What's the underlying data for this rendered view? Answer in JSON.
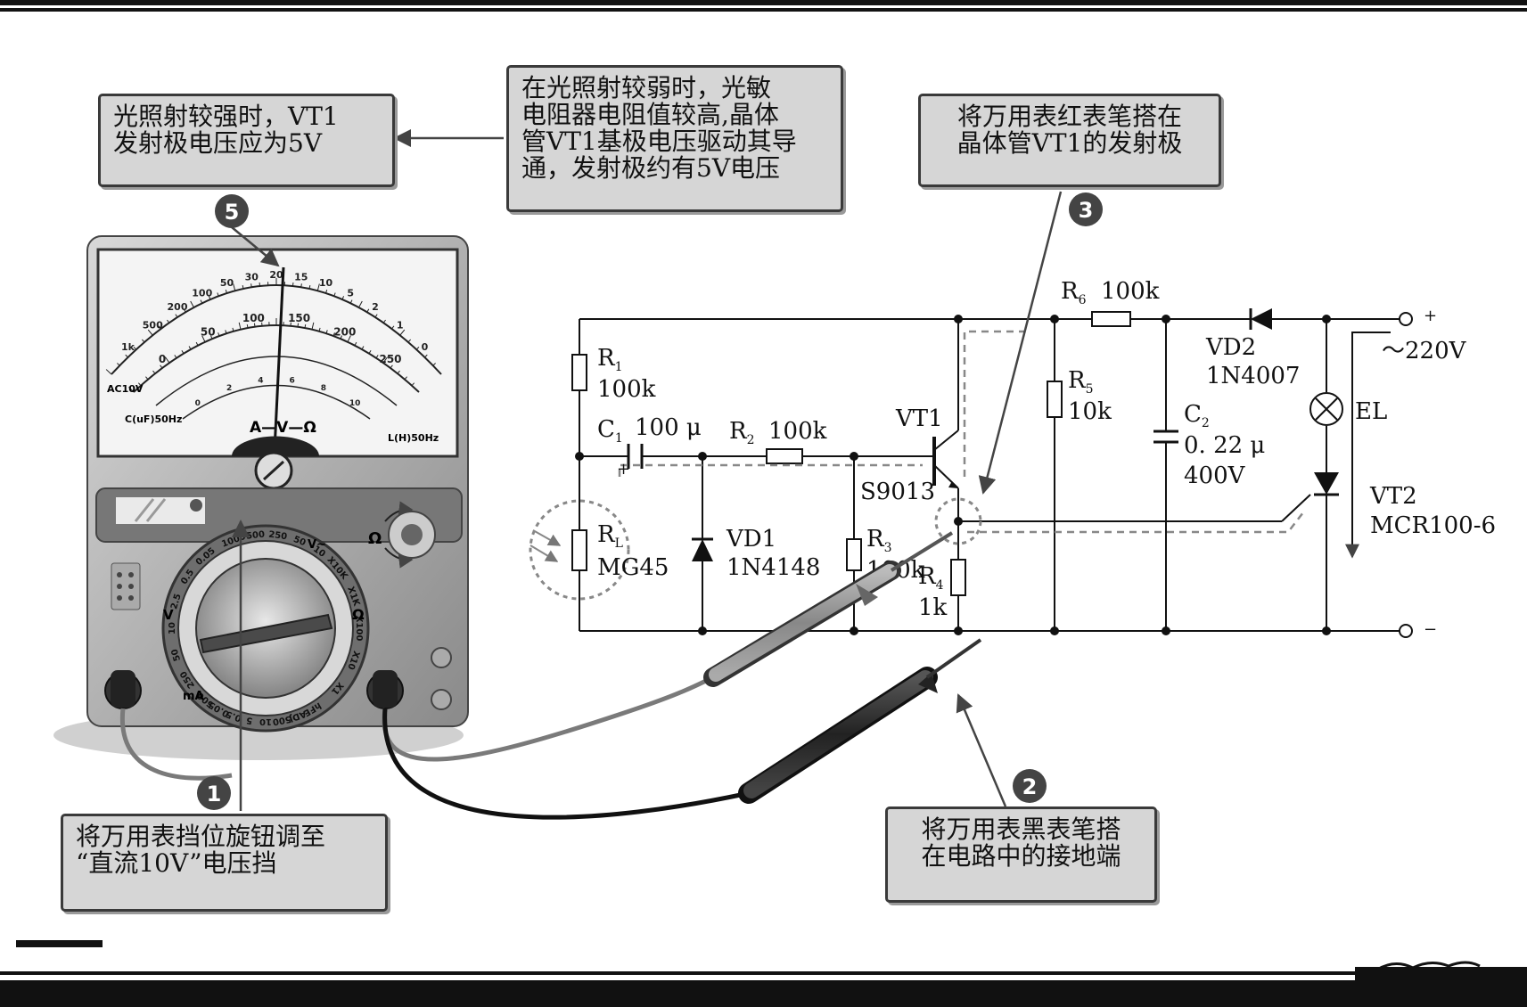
{
  "callouts": {
    "c5": {
      "number": "5",
      "lines": [
        "光照射较强时，VT1",
        "发射极电压应为5V"
      ]
    },
    "cexpl": {
      "lines": [
        "在光照射较弱时，光敏",
        "电阻器电阻值较高,晶体",
        "管VT1基极电压驱动其导",
        "通，发射极约有5V电压"
      ]
    },
    "c3": {
      "number": "3",
      "lines": [
        "将万用表红表笔搭在",
        "晶体管VT1的发射极"
      ]
    },
    "c1": {
      "number": "1",
      "lines": [
        "将万用表挡位旋钮调至",
        "“直流10V”电压挡"
      ]
    },
    "c2": {
      "number": "2",
      "lines": [
        "将万用表黑表笔搭",
        "在电路中的接地端"
      ]
    }
  },
  "components": {
    "r1": {
      "name": "R",
      "sub": "1",
      "value": "100k"
    },
    "c1": {
      "name": "C",
      "sub": "1",
      "value": "100 μ"
    },
    "r2": {
      "name": "R",
      "sub": "2",
      "value": "100k"
    },
    "vt1": {
      "name": "VT1",
      "model": "S9013"
    },
    "rl": {
      "name": "R",
      "sub": "L",
      "model": "MG45"
    },
    "vd1": {
      "name": "VD1",
      "model": "1N4148"
    },
    "r3": {
      "name": "R",
      "sub": "3",
      "value": "100k"
    },
    "r4": {
      "name": "R",
      "sub": "4",
      "value": "1k"
    },
    "r5": {
      "name": "R",
      "sub": "5",
      "value": "10k"
    },
    "r6": {
      "name": "R",
      "sub": "6",
      "value": "100k"
    },
    "c2": {
      "name": "C",
      "sub": "2",
      "value": "0. 22 μ",
      "voltage": "400V"
    },
    "vd2": {
      "name": "VD2",
      "model": "1N4007"
    },
    "el": {
      "name": "EL"
    },
    "vt2": {
      "name": "VT2",
      "model": "MCR100-6"
    }
  },
  "terminals": {
    "plus": "+",
    "minus": "−",
    "supply": "～220V"
  },
  "polarity": {
    "plus": "+"
  },
  "meter": {
    "brand_label": "A—V—Ω",
    "scale_top": [
      "1k",
      "500",
      "200",
      "100",
      "50",
      "30",
      "20",
      "15",
      "10",
      "5",
      "2",
      "1",
      "0"
    ],
    "scale_mid": [
      "0",
      "50",
      "100",
      "150",
      "200",
      "250"
    ],
    "scale_low": [
      "0",
      "2",
      "4",
      "6",
      "8",
      "10"
    ],
    "ac_label": "AC10V",
    "corner_left": "C(uF)50Hz",
    "corner_right": "L(H)50Hz",
    "ohm_label": "Ω",
    "dial_top": [
      "1000",
      "500",
      "250",
      "50",
      "10"
    ],
    "dial_left": [
      "500",
      "250",
      "50",
      "10",
      "2.5",
      "0.5",
      "0.05"
    ],
    "dial_right": [
      "X10K",
      "X1K",
      "X100",
      "X10",
      "X1"
    ],
    "dial_bottom": [
      "hFE",
      "ADJ",
      "500",
      "10",
      "5",
      "0.5",
      "0.05"
    ],
    "dial_v": "V",
    "dial_ma": "mA",
    "dial_omega": "Ω",
    "dial_vminus": "V~"
  }
}
